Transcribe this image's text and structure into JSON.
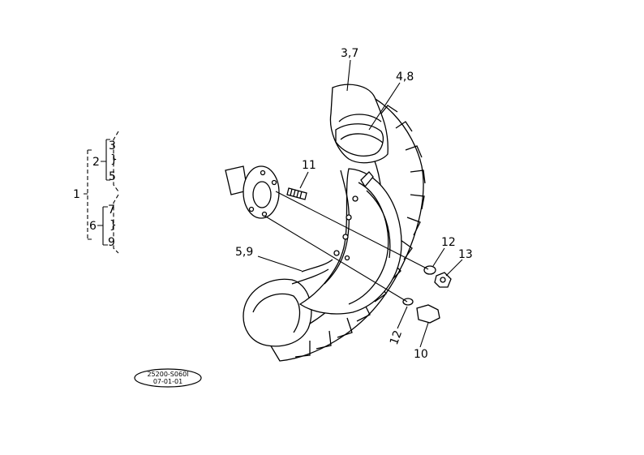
{
  "diagram": {
    "callouts": {
      "tire_outer": "3,7",
      "tube": "4,8",
      "stud": "11",
      "rim_flap": "5,9",
      "nut": "12",
      "nut_lower": "12",
      "washer_nut": "13",
      "bolt": "10"
    },
    "assembly_tree": {
      "root": "1",
      "group_a": "2",
      "group_a_top": "3",
      "group_a_bottom": "5",
      "group_b": "6",
      "group_b_top": "7",
      "group_b_bottom": "9"
    },
    "stamp": {
      "code": "25200-S060I",
      "date": "07-01-01"
    }
  }
}
